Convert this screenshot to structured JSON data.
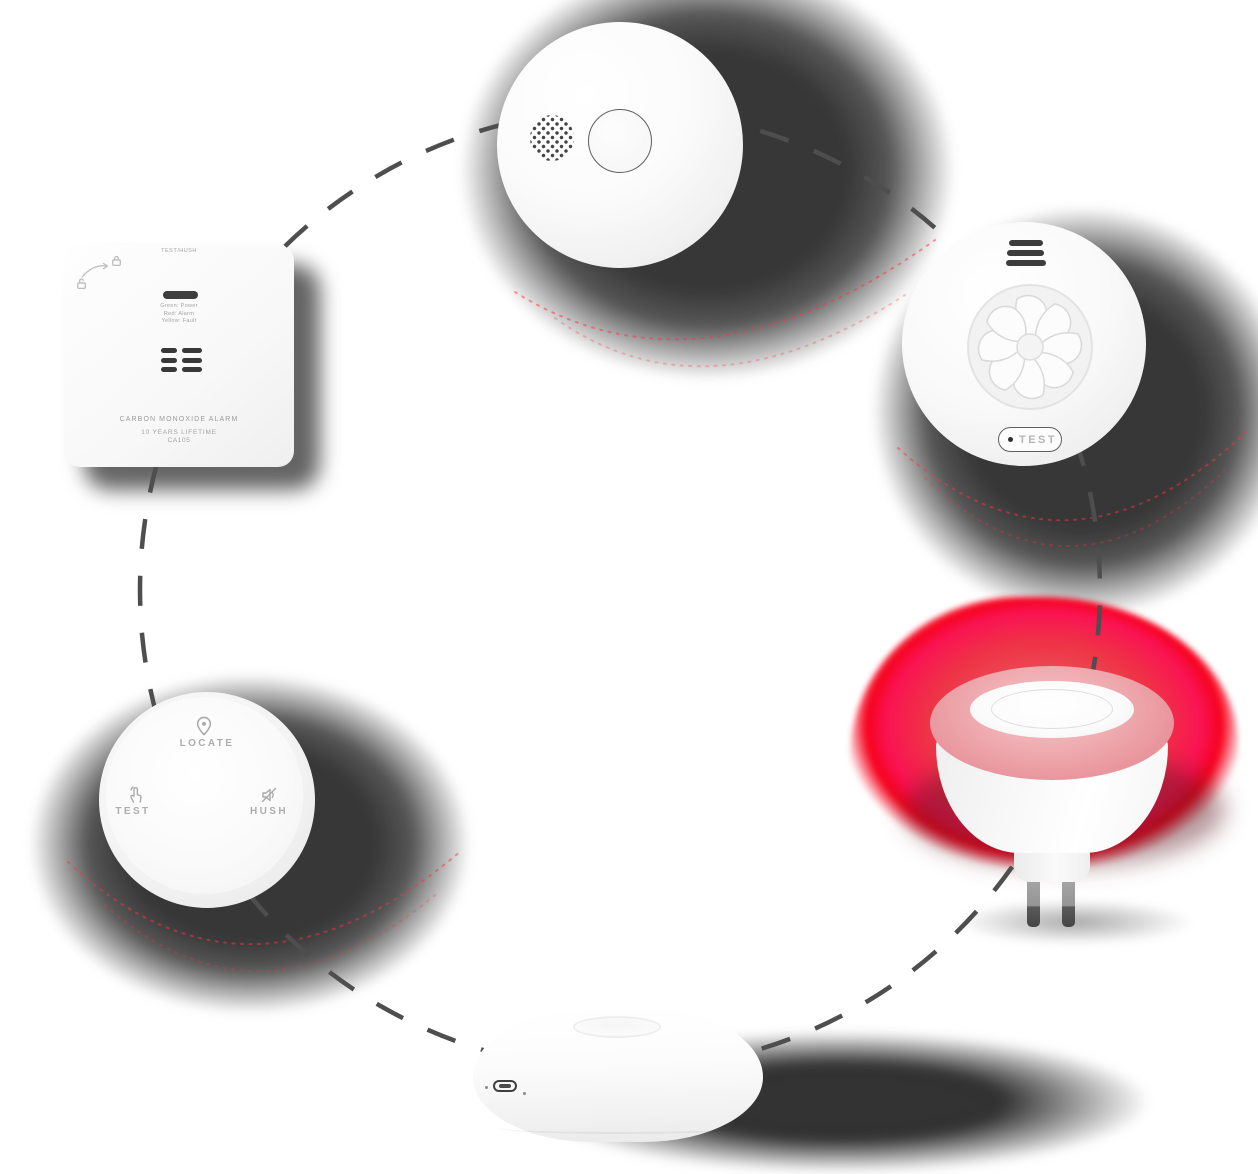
{
  "diagram": {
    "background_color": "#ffffff",
    "connector": {
      "style": "dashed-circle",
      "color": "#4e4e4e"
    },
    "alert_glow_color": "#f6021c",
    "siren_ring_color": "#efacb1",
    "speckle_color": "#ff3044"
  },
  "devices": {
    "heat_alarm": {
      "test_button_label": "TEST"
    },
    "carbon_monoxide_alarm": {
      "top_label": "TEST/HUSH",
      "indicator_legend": [
        "Green: Power",
        "Red: Alarm",
        "Yellow: Fault"
      ],
      "product_title": "CARBON MONOXIDE ALARM",
      "lifetime_label": "10 YEARS LIFETIME",
      "model": "CA105"
    },
    "remote_control": {
      "locate_label": "LOCATE",
      "test_label": "TEST",
      "hush_label": "HUSH"
    }
  },
  "icons": [
    "location-pin-icon",
    "tap-test-icon",
    "mute-hush-icon",
    "padlock-closed-icon",
    "padlock-open-icon",
    "detach-arrow-icon",
    "speaker-grill-icon",
    "vent-slots-icon",
    "usb-c-port-icon",
    "test-led-icon"
  ]
}
